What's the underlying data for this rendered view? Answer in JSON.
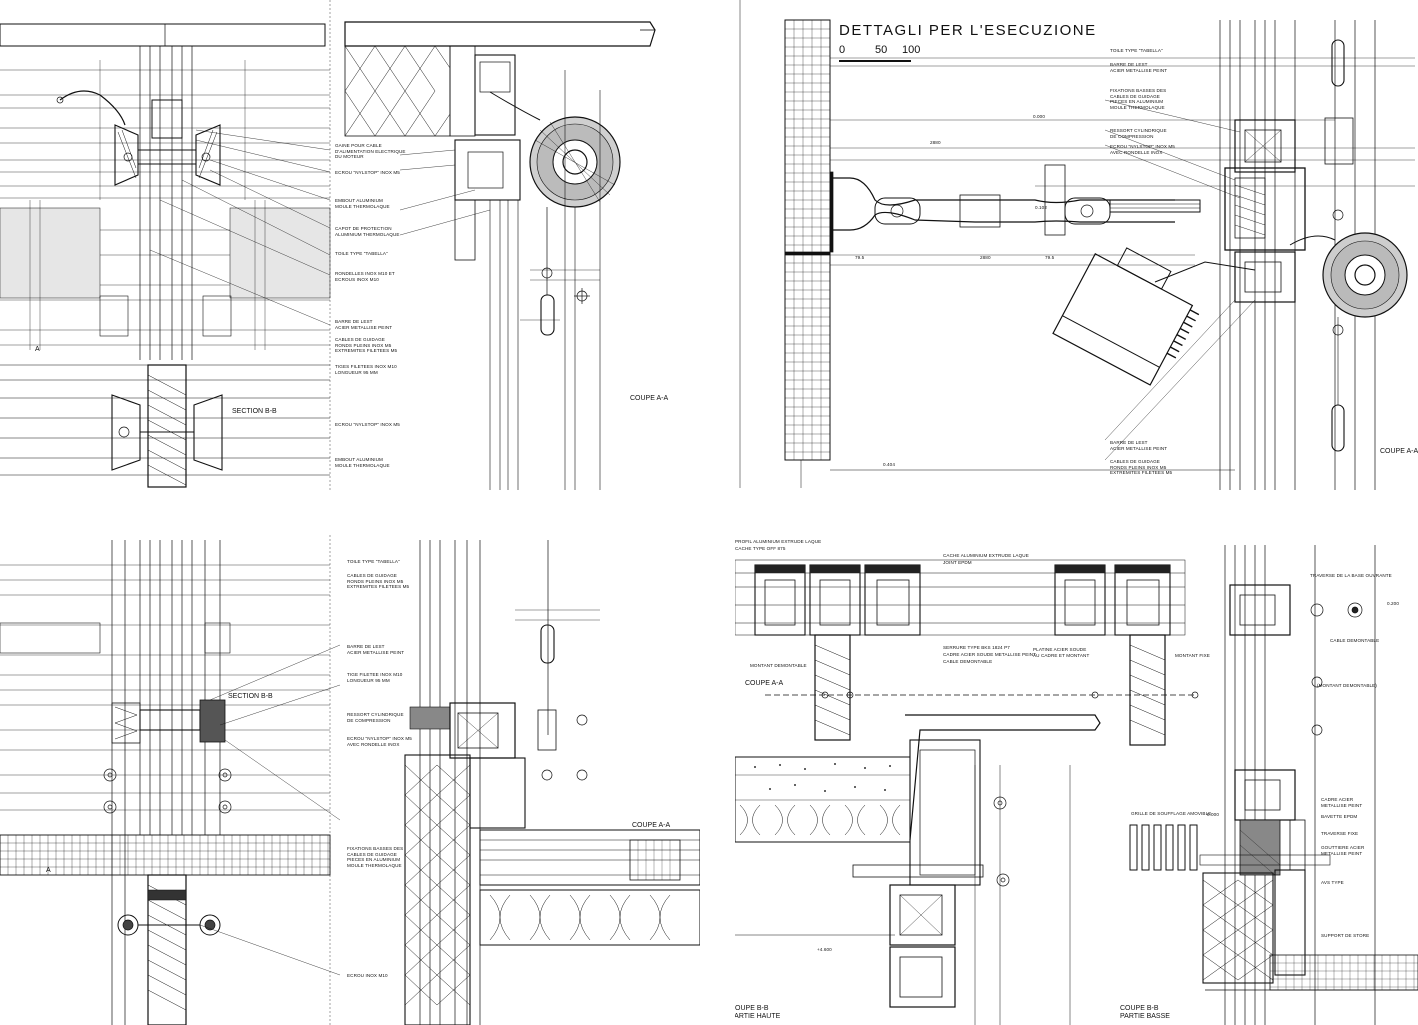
{
  "sheet_title": "DETTAGLI PER L'ESECUZIONE",
  "scale": {
    "s0": "0",
    "s1": "50",
    "s2": "100"
  },
  "tl": {
    "section_bb": "SECTION B-B",
    "coupe": "COUPE A-A",
    "a_mark": "A",
    "ann": [
      "GAINE POUR CABLE\nD'ALIMENTATION ELECTRIQUE\nDU MOTEUR",
      "ECROU \"NYLSTOP\" INOX M5",
      "EMBOUT ALUMINIUM\nMOULE THERMOLAQUE",
      "CAPOT DE PROTECTION\nALUMINIUM THERMOLAQUE",
      "TOILE TYPE \"TABELLA\"",
      "RONDELLES INOX M10 ET\nECROUS INOX M10",
      "BARRE DE LEST\nACIER METALLISE PEINT",
      "CABLES DE GUIDAGE\nRONDS PLEINS INOX M5\nEXTREMITES FILETEES M5",
      "TIGES FILETEES INOX M10\nLONGUEUR 95 MM",
      "ECROU \"NYLSTOP\" INOX M5",
      "EMBOUT ALUMINIUM\nMOULE THERMOLAQUE"
    ]
  },
  "tr": {
    "coupe": "COUPE A-A",
    "ann": [
      "TOILE TYPE \"TABELLA\"",
      "BARRE DE LEST\nACIER METALLISE PEINT",
      "FIXATIONS BASSES DES\nCABLES DE GUIDAGE\nPIECES EN ALUMINIUM\nMOULE THERMOLAQUE",
      "RESSORT CYLINDRIQUE\nDE COMPRESSION",
      "ECROU \"NYLSTOP\" INOX M5\nAVEC RONDELLE INOX",
      "BARRE DE LEST\nACIER METALLISE PEINT",
      "CABLES DE GUIDAGE\nRONDS PLEINS INOX M5\nEXTREMITES FILETEES M5"
    ],
    "dims": [
      "0.000",
      "2880",
      "2880",
      "0.404",
      "79.5",
      "79.5",
      "0.102"
    ]
  },
  "bl": {
    "section_bb": "SECTION B-B",
    "coupe": "COUPE A-A",
    "a_mark": "A",
    "ann": [
      "TOILE TYPE \"TABELLA\"",
      "CABLES DE GUIDAGE\nRONDS PLEINS INOX M5\nEXTREMITES FILETEES M5",
      "BARRE DE LEST\nACIER METALLISE PEINT",
      "TIGE FILETEE INOX M10\nLONGUEUR 95 MM",
      "RESSORT CYLINDRIQUE\nDE COMPRESSION",
      "ECROU \"NYLSTOP\" INOX M5\nAVEC RONDELLE INOX",
      "FIXATIONS BASSES DES\nCABLES DE GUIDAGE\nPIECES EN ALUMINIUM\nMOULE THERMOLAQUE",
      "ECROU INOX M10"
    ]
  },
  "br": {
    "coupe_aa": "COUPE A-A",
    "coupe_bb_h": "COUPE B-B\nPARTIE HAUTE",
    "coupe_bb_b": "COUPE B-B\nPARTIE BASSE",
    "ann": [
      "PROFIL ALUMINIUM EXTRUDE LAQUE",
      "CACHE TYPE OFF 875",
      "CACHE ALUMINIUM EXTRUDE LAQUE",
      "JOINT EPDM",
      "MONTANT DEMONTABLE",
      "SERRURE TYPE BKS 1824 P7",
      "CADRE ACIER SOUDE METALLISE PEINT",
      "CABLE DEMONTABLE",
      "PLATINE ACIER SOUDE\nAU CADRE ET MONTANT",
      "MONTANT FIXE",
      "TRAVERSE DE LA BASE OUVRANTE",
      "CABLE DEMONTABLE",
      "(MONTANT DEMONTABLE)",
      "CADRE ACIER\nMETALLISE PEINT",
      "BAVETTE EPDM",
      "TRAVERSE FIXE",
      "GOUTTIERE ACIER\nMETALLISE PEINT",
      "GRILLE DE SOUFFLAGE AMOVIBLE",
      "AVS TYPE",
      "SUPPORT DE STORE"
    ],
    "dims": [
      "0.000",
      "+4.600",
      "0.200"
    ]
  }
}
